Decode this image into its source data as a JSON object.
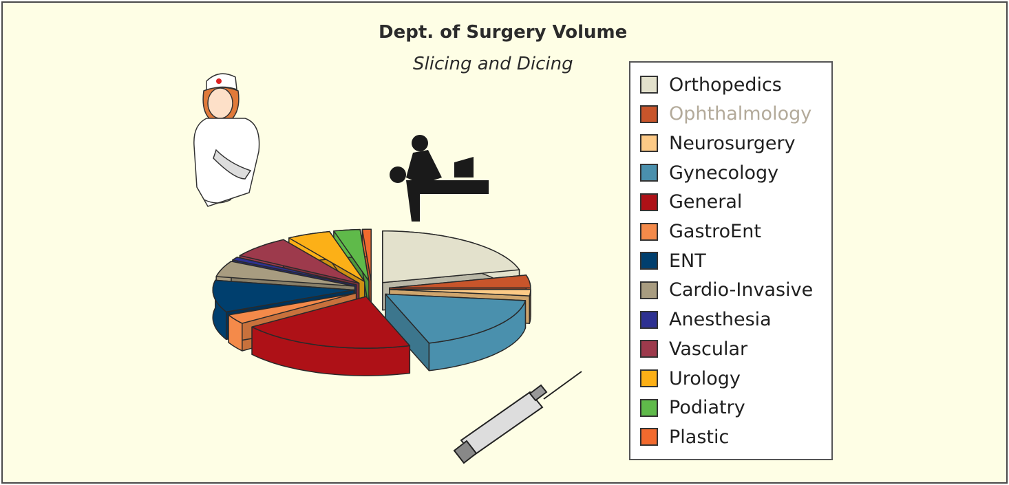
{
  "chart_data": {
    "type": "pie",
    "title": "Dept. of Surgery Volume",
    "subtitle": "Slicing and Dicing",
    "legend_position": "right",
    "style": "3d-exploded",
    "slices": [
      {
        "label": "Orthopedics",
        "value": 21,
        "color": "#e3e1cc"
      },
      {
        "label": "Ophthalmology",
        "value": 4,
        "color": "#c8552b",
        "label_color": "#b3aa9a"
      },
      {
        "label": "Neurosurgery",
        "value": 2,
        "color": "#fdca86"
      },
      {
        "label": "Gynecology",
        "value": 18,
        "color": "#4a90ad"
      },
      {
        "label": "General",
        "value": 20,
        "color": "#ae1117"
      },
      {
        "label": "GastroEnt",
        "value": 3,
        "color": "#f48a4a"
      },
      {
        "label": "ENT",
        "value": 10,
        "color": "#003f6e"
      },
      {
        "label": "Cardio-Invasive",
        "value": 5,
        "color": "#a89c80"
      },
      {
        "label": "Anesthesia",
        "value": 1,
        "color": "#2e3192"
      },
      {
        "label": "Vascular",
        "value": 7,
        "color": "#9d3a4c"
      },
      {
        "label": "Urology",
        "value": 5,
        "color": "#fcb017"
      },
      {
        "label": "Podiatry",
        "value": 3,
        "color": "#5fba4a"
      },
      {
        "label": "Plastic",
        "value": 1,
        "color": "#f26a2e"
      }
    ]
  },
  "illustrations": [
    "nurse-clipart",
    "surgeon-operating-clipart",
    "syringe-clipart"
  ]
}
